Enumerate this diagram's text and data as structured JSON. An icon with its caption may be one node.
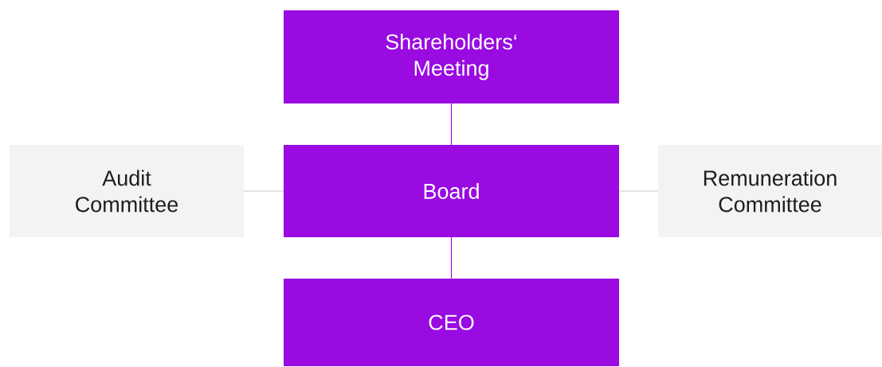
{
  "diagram": {
    "nodes": [
      {
        "text": [
          "Shareholders‘ Meeting"
        ]
      },
      {
        "text": [
          "Audit Committee"
        ]
      },
      {
        "text": [
          "Board"
        ]
      },
      {
        "text": [
          "Remuneration Committee"
        ]
      },
      {
        "text": [
          "CEO"
        ]
      }
    ],
    "edges": [
      {
        "from": 0,
        "to": 2,
        "arrow": "none"
      },
      {
        "from": 1,
        "to": 2,
        "arrow": "none",
        "color": "#c8c8c8"
      },
      {
        "from": 2,
        "to": 3,
        "arrow": "none",
        "color": "#c8c8c8"
      },
      {
        "from": 2,
        "to": 4,
        "arrow": "none"
      }
    ]
  }
}
